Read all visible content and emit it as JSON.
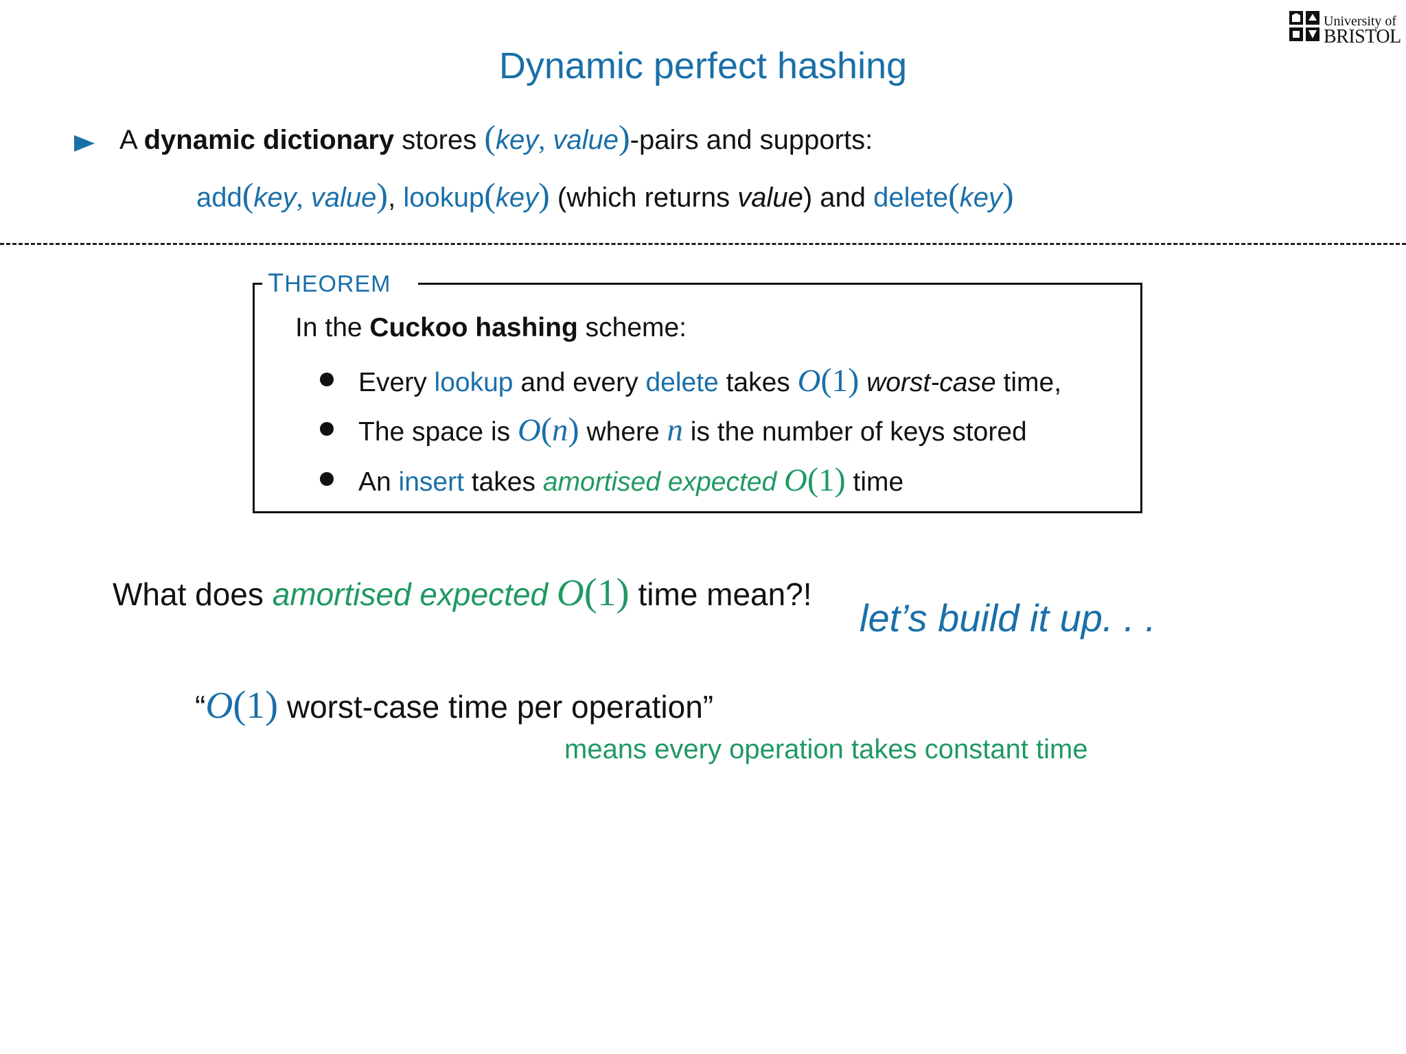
{
  "logo": {
    "line1": "University of",
    "line2": "BRISTOL"
  },
  "title": "Dynamic perfect hashing",
  "intro": {
    "a": "A",
    "bold": "dynamic dictionary",
    "stores": "stores",
    "key": "key",
    "comma": ",",
    "value": "value",
    "pairs": "-pairs and supports:"
  },
  "ops": {
    "add": "add",
    "key": "key",
    "value": "value",
    "sep": ",",
    "lookup": "lookup",
    "returns_a": "(which returns",
    "returns_value": "value",
    "returns_b": ") and",
    "delete": "delete"
  },
  "theorem": {
    "label_first": "T",
    "label_rest": "HEOREM",
    "intro_a": "In the",
    "intro_bold": "Cuckoo hashing",
    "intro_b": "scheme:",
    "item1": {
      "a": "Every",
      "lookup": "lookup",
      "b": "and every",
      "delete": "delete",
      "c": "takes",
      "math": "O",
      "arg": "1",
      "d": "worst-case",
      "e": "time,"
    },
    "item2": {
      "a": "The space is",
      "math": "O",
      "arg": "n",
      "b": "where",
      "n": "n",
      "c": "is the number of keys stored"
    },
    "item3": {
      "a": "An",
      "insert": "insert",
      "b": "takes",
      "amort": "amortised expected",
      "math": "O",
      "arg": "1",
      "c": "time"
    }
  },
  "question": {
    "a": "What does",
    "amort": "amortised expected",
    "math": "O",
    "arg": "1",
    "b": "time mean?!"
  },
  "buildup": "let’s build it up. . .",
  "worst": {
    "open": "“",
    "math": "O",
    "arg": "1",
    "text": "worst-case time per operation”"
  },
  "means": "means every operation takes constant time",
  "colors": {
    "accent_blue": "#1a6fa8",
    "accent_green": "#1f9962",
    "text": "#111111"
  },
  "icons": {
    "bullet": "triangle-right-icon",
    "logo": "university-crest-icon"
  }
}
